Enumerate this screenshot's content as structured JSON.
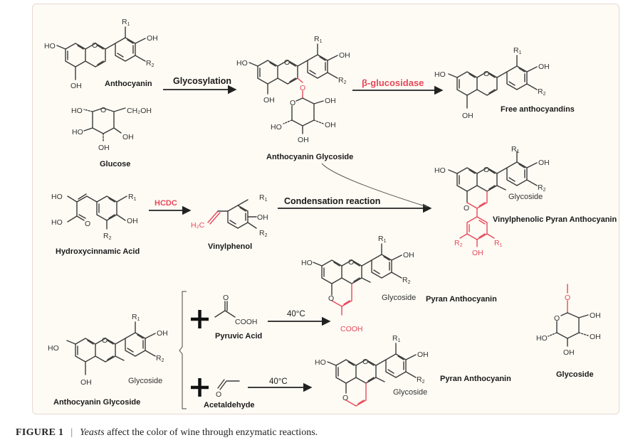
{
  "figure": {
    "caption_label": "FIGURE 1",
    "caption_separator": "|",
    "caption_italic": "Yeasts",
    "caption_text": " affect the color of wine through enzymatic reactions."
  },
  "colors": {
    "highlight": "#e8485a",
    "panel_background": "#fdfbf4",
    "panel_border": "#e7d9d3",
    "bond": "#3b3b3b"
  },
  "compounds": {
    "anthocyanin": "Anthocyanin",
    "glucose": "Glucose",
    "anthocyanin_glycoside": "Anthocyanin Glycoside",
    "free_anthocyandins": "Free anthocyandins",
    "hydroxycinnamic_acid": "Hydroxycinnamic Acid",
    "vinylphenol": "Vinylphenol",
    "vinylphenolic_pyran_anthocyanin": "Vinylphenolic Pyran Anthocyanin",
    "pyran_anthocyanin_1": "Pyran Anthocyanin",
    "pyran_anthocyanin_2": "Pyran Anthocyanin",
    "anthocyanin_glycoside_2": "Anthocyanin Glycoside",
    "pyruvic_acid": "Pyruvic Acid",
    "acetaldehyde": "Acetaldehyde",
    "glycoside": "Glycoside"
  },
  "reactions": {
    "glycosylation": "Glycosylation",
    "beta_glucosidase": "β-glucosidase",
    "hcdc": "HCDC",
    "condensation": "Condensation reaction",
    "temp_1": "40°C",
    "temp_2": "40°C"
  },
  "atoms": {
    "HO": "HO",
    "OH": "OH",
    "O": "O",
    "R1": "R",
    "R2": "R",
    "sub1": "1",
    "sub2": "2",
    "CH2OH": "CH₂OH",
    "COOH": "COOH",
    "H2C": "H₂C",
    "glycoside_sub": "Glycoside"
  }
}
